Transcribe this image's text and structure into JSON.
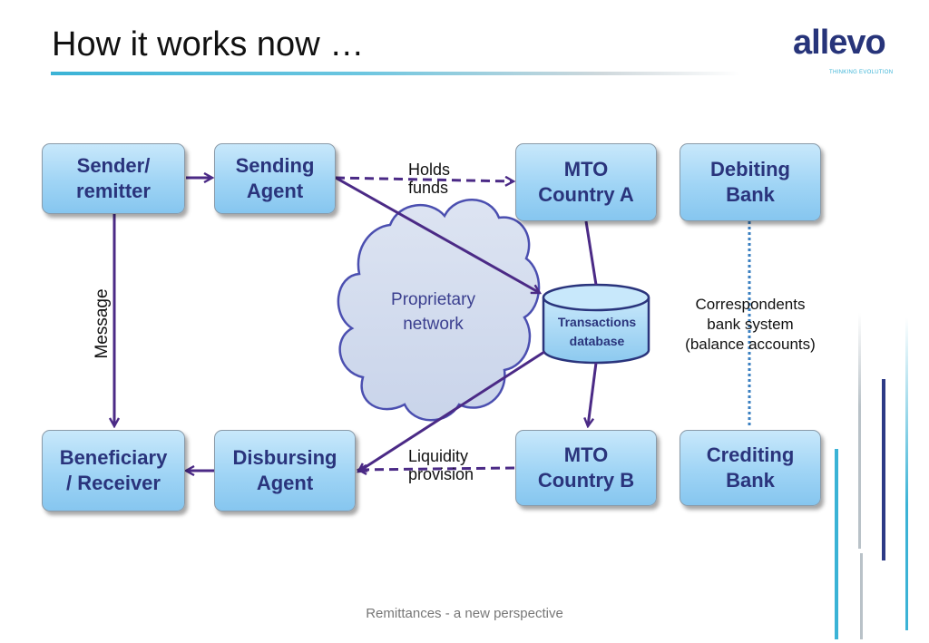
{
  "slide": {
    "title": "How it works now …",
    "footer": "Remittances - a new perspective"
  },
  "logo": {
    "wordmark": "allevo",
    "tagline": "THINKING EVOLUTION"
  },
  "nodes": {
    "sender": "Sender/\nremitter",
    "sending_agent": "Sending\nAgent",
    "mto_a": "MTO\nCountry A",
    "debiting_bank": "Debiting\nBank",
    "beneficiary": "Beneficiary\n/ Receiver",
    "disbursing_agent": "Disbursing\nAgent",
    "mto_b": "MTO\nCountry B",
    "crediting_bank": "Crediting\nBank"
  },
  "labels": {
    "holds_funds": "Holds\nfunds",
    "liquidity": "Liquidity\nprovision",
    "message": "Message",
    "correspondents": "Correspondents\nbank system\n(balance accounts)",
    "cloud": "Proprietary\nnetwork",
    "database": "Transactions\ndatabase"
  },
  "colors": {
    "arrow": "#4b2a86",
    "node_text": "#2a347c",
    "dotted_link": "#3a7fc0",
    "accent": "#3bb3d6"
  }
}
